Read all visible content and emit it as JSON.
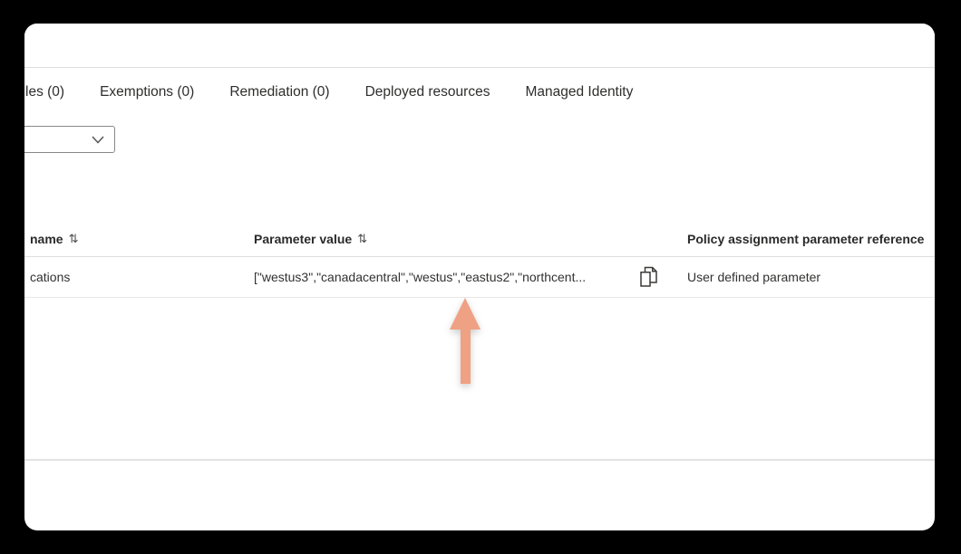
{
  "tabs": {
    "items": [
      {
        "label": "les (0)"
      },
      {
        "label": "Exemptions (0)"
      },
      {
        "label": "Remediation (0)"
      },
      {
        "label": "Deployed resources"
      },
      {
        "label": "Managed Identity"
      }
    ]
  },
  "filter": {
    "selected_value": "",
    "chevron_icon": "chevron-down-icon"
  },
  "table": {
    "columns": [
      {
        "label": "name",
        "sort": "⇅"
      },
      {
        "label": "Parameter value",
        "sort": "⇅"
      },
      {
        "label": "Policy assignment parameter reference",
        "sort": ""
      }
    ],
    "rows": [
      {
        "parameter_name": "cations",
        "parameter_value": "[\"westus3\",\"canadacentral\",\"westus\",\"eastus2\",\"northcent...",
        "copy_icon": "copy-icon",
        "reference": "User defined parameter"
      }
    ]
  },
  "annotation": {
    "arrow_color": "#efa183",
    "direction": "up"
  },
  "colors": {
    "frame_background": "#000000",
    "card_background": "#ffffff",
    "text": "#323130",
    "divider": "#e1dfdd",
    "dropdown_border": "#8a8886"
  }
}
